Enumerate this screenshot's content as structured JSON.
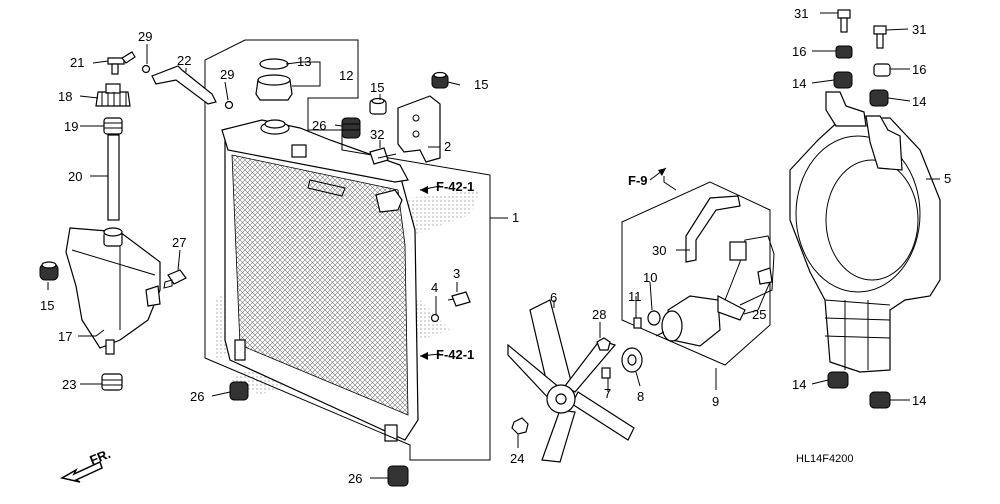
{
  "labels": {
    "p1": "1",
    "p2": "2",
    "p3": "3",
    "p4": "4",
    "p5": "5",
    "p6": "6",
    "p7": "7",
    "p8": "8",
    "p9": "9",
    "p10": "10",
    "p11": "11",
    "p12": "12",
    "p13": "13",
    "p14a": "14",
    "p14b": "14",
    "p14c": "14",
    "p14d": "14",
    "p15a": "15",
    "p15b": "15",
    "p15c": "15",
    "p16a": "16",
    "p16b": "16",
    "p17": "17",
    "p18": "18",
    "p19": "19",
    "p20": "20",
    "p21": "21",
    "p22": "22",
    "p23": "23",
    "p24": "24",
    "p25": "25",
    "p26a": "26",
    "p26b": "26",
    "p26c": "26",
    "p27": "27",
    "p28": "28",
    "p29a": "29",
    "p29b": "29",
    "p30": "30",
    "p31a": "31",
    "p31b": "31",
    "p32": "32"
  },
  "refs": {
    "r1": "F-42-1",
    "r2": "F-42-1",
    "r3": "F-9"
  },
  "front_marker": "FR.",
  "diagram_code": "HL14F4200",
  "colors": {
    "ink": "#000000",
    "paper": "#ffffff",
    "watermark": "#cfcfcf"
  }
}
